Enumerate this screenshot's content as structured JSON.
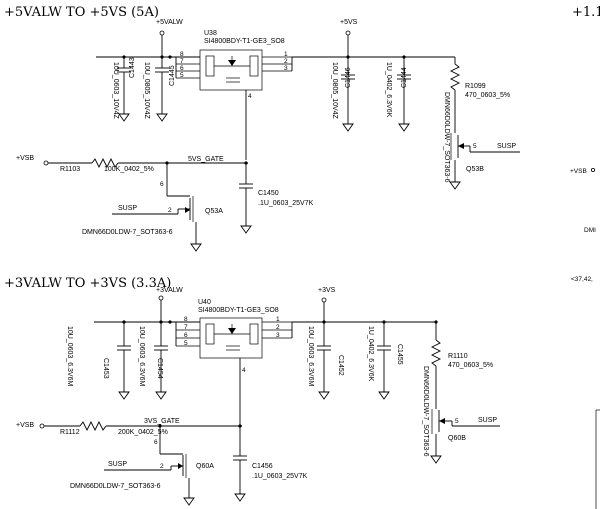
{
  "section1": {
    "title": "+5VALW TO +5VS (5A)",
    "rail_in": "+5VALW",
    "rail_out": "+5VS",
    "vsb": "+VSB",
    "ic_ref": "U38",
    "ic_part": "SI4800BDY-T1-GE3_SO8",
    "gate_net": "5VS_GATE",
    "resistor_ref": "R1103",
    "resistor_val": "100K_0402_5%",
    "cap1_ref": "C1443",
    "cap1_val": "10U_0603_10V4Z",
    "cap2_ref": "C1445",
    "cap2_val": "10U_0805_10V4Z",
    "cap3_ref": "C1446",
    "cap3_val": "10U_0805_10V4Z",
    "cap4_ref": "C1444",
    "cap4_val": "1U_0402_6.3V6K",
    "gate_cap_ref": "C1450",
    "gate_cap_val": ".1U_0603_25V7K",
    "res2_ref": "R1099",
    "res2_val": "470_0603_5%",
    "qa_ref": "Q53A",
    "qb_ref": "Q53B",
    "susp": "SUSP",
    "mos_part": "DMN66D0LDW-7_SOT363-6"
  },
  "section2": {
    "title": "+3VALW TO +3VS (3.3A)",
    "rail_in": "+3VALW",
    "rail_out": "+3VS",
    "vsb": "+VSB",
    "ic_ref": "U40",
    "ic_part": "SI4800BDY-T1-GE3_SO8",
    "gate_net": "3VS_GATE",
    "resistor_ref": "R1112",
    "resistor_val": "200K_0402_5%",
    "cap1_ref": "C1453",
    "cap1_val": "10U_0603_6.3V6M",
    "cap2_ref": "C1454",
    "cap2_val": "10U_0603_6.3V6M",
    "cap3_ref": "C1452",
    "cap3_val": "10U_0603_6.3V6M",
    "cap4_ref": "C1455",
    "cap4_val": "1U_0402_6.3V6K",
    "gate_cap_ref": "C1456",
    "gate_cap_val": ".1U_0603_25V7K",
    "res2_ref": "R1110",
    "res2_val": "470_0603_5%",
    "qa_ref": "Q60A",
    "qb_ref": "Q60B",
    "susp": "SUSP",
    "mos_part": "DMN66D0LDW-7_SOT363-6"
  },
  "right_fragment": {
    "title_partial": "+1.1",
    "vsb": "+VSB",
    "part_partial": "DMI",
    "note_partial": "<37,42,"
  }
}
